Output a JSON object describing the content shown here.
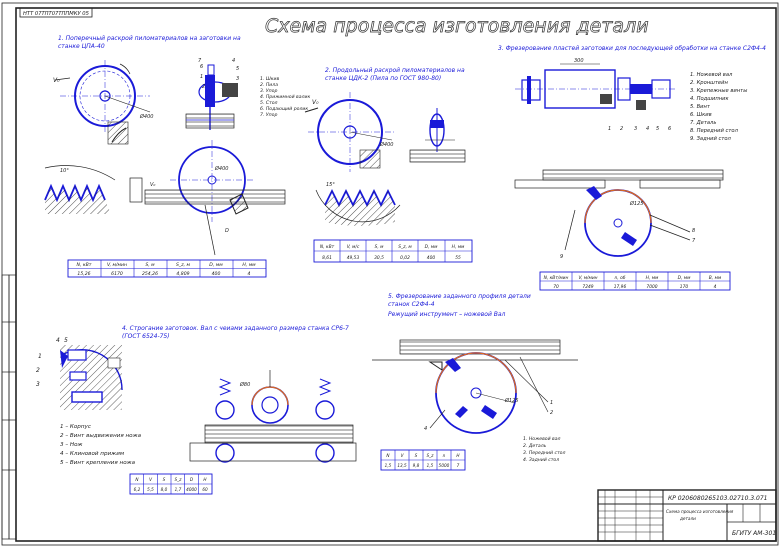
{
  "stamp_top": "НТТ 07ТПТ07ТППМКУ 05",
  "title": "Схема процесса изготовления детали",
  "sections": {
    "s1": {
      "caption_lines": [
        "1. Поперечный раскрой пиломатериалов на заготовки на",
        "станке ЦПА-40"
      ],
      "legend": [
        "1. Шкив",
        "2. Пила",
        "3. Упор",
        "4. Прижимной валик",
        "5. Стол",
        "6. Подающий ролик",
        "7. Упор"
      ]
    },
    "s2": {
      "caption_lines": [
        "2. Продольный раскрой пиломатериалов на",
        "станке ЦДК-2 (Пила по ГОСТ 980-80)"
      ]
    },
    "s3": {
      "caption": "3. Фрезерование пластей заготовки для последующей обработки на станке С2Ф4-4",
      "legend": [
        "1. Ножевой вал",
        "2. Кронштейн",
        "3. Крепежные винты",
        "4. Подшипник",
        "5. Винт",
        "6. Шкив",
        "7. Деталь",
        "8. Передний стол",
        "9. Задний стол"
      ]
    },
    "s4": {
      "caption_lines": [
        "4. Строгание заготовок. Вал с чеиами заданного размера станка СР6-7",
        "(ГОСТ 6524-75)"
      ],
      "legend": [
        "1 – Корпус",
        "2 – Винт выдвижения ножа",
        "3 – Нож",
        "4 – Клиновой прижим",
        "5 – Винт крепления ножа"
      ]
    },
    "s5": {
      "caption_lines": [
        "5. Фрезерование заданного профиля детали",
        "станок С2Ф4-4",
        "Режущий инструмент – ножевой Вал"
      ],
      "legend": [
        "1. Ножевой вал",
        "2. Деталь",
        "3. Передний стол",
        "4. Задний стол"
      ]
    }
  },
  "tables": {
    "t1": {
      "head": [
        "N, кВт",
        "V, м/мин",
        "S, м",
        "S_z, м",
        "D, мм",
        "Н, мм"
      ],
      "row": [
        "15,26",
        "6170",
        "254,26",
        "4,809",
        "400",
        "4"
      ]
    },
    "t2": {
      "head": [
        "N, кВт",
        "V, м/с",
        "S, м",
        "S_z, м",
        "D, мм",
        "Н, мм"
      ],
      "row": [
        "8,61",
        "49,53",
        "30,5",
        "0,02",
        "400",
        "55"
      ]
    },
    "t3": {
      "head": [
        "N, кВт/мин",
        "V, м/мин",
        "n, об",
        "Н, мм",
        "D, мм",
        "B, мм"
      ],
      "row": [
        "70",
        "7249",
        "17,96",
        "7000",
        "170",
        "4"
      ]
    },
    "t4": {
      "head": [
        "N",
        "V",
        "S",
        "S_z",
        "D",
        "H"
      ],
      "row": [
        "6,2",
        "5,5",
        "8,0",
        "1,7",
        "4000",
        "60"
      ]
    },
    "t5": {
      "head": [
        "N",
        "V",
        "S",
        "S_z",
        "n",
        "H"
      ],
      "row": [
        "1,5",
        "13,5",
        "9,8",
        "1,5",
        "5000",
        "7"
      ]
    }
  },
  "title_block": {
    "doc_code": "КР 0206080265103.02710.3.071",
    "name_lines": [
      "Схема процесса изготовления",
      "детали"
    ],
    "org": "БГИТУ  АМ-301"
  },
  "colors": {
    "line": "#1a1ad8",
    "accent": "#e06a1a",
    "ink": "#222"
  }
}
